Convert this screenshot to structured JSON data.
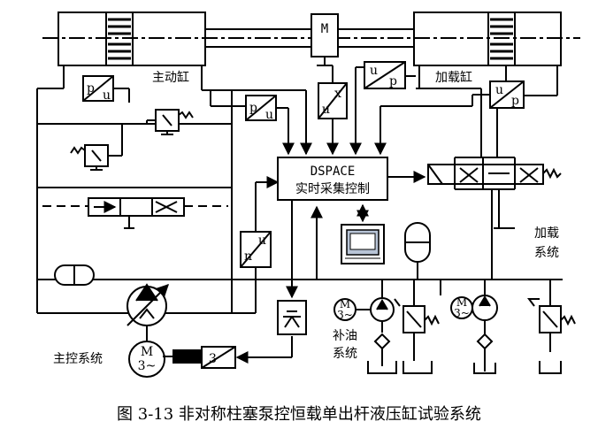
{
  "caption": "图 3-13  非对称柱塞泵控恒载单出杆液压缸试验系统",
  "labels": {
    "main_cylinder": "主动缸",
    "load_cylinder": "加载缸",
    "control_line1": "DSPACE",
    "control_line2": "实时采集控制",
    "load_system_line1": "加载",
    "load_system_line2": "系统",
    "main_control_system": "主控系统",
    "oil_supply_line1": "补油",
    "oil_supply_line2": "系统"
  },
  "sensors": {
    "pu_left_top": {
      "a": "p",
      "b": "u"
    },
    "pu_center": {
      "a": "p",
      "b": "u"
    },
    "ux_top": {
      "a": "u",
      "b": "x"
    },
    "up_top": {
      "a": "u",
      "b": "p"
    },
    "up_right": {
      "a": "u",
      "b": "p"
    },
    "nu_left": {
      "a": "n",
      "b": "u"
    },
    "converter_3": {
      "a": "3"
    }
  },
  "motors": {
    "top_motor": "M",
    "main_motor_line1": "M",
    "main_motor_line2": "3~",
    "oil_motor_line1": "M",
    "oil_motor_line2": "3~",
    "load_motor_line1": "M",
    "load_motor_line2": "3~"
  },
  "colors": {
    "line": "#000000",
    "background": "#ffffff",
    "monitor_screen": "#b8c4d6"
  }
}
